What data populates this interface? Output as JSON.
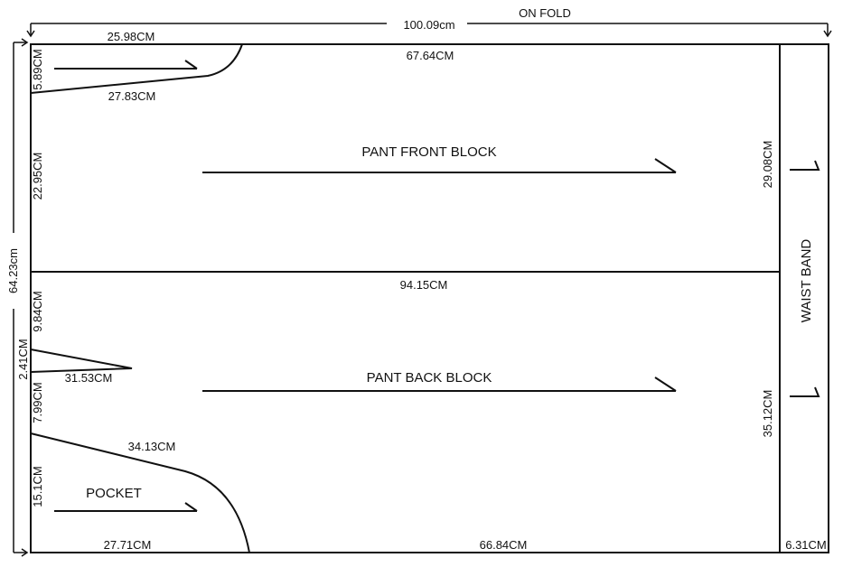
{
  "colors": {
    "line": "#111111",
    "background": "#ffffff"
  },
  "top": {
    "width": "100.09cm",
    "on_fold": "ON FOLD"
  },
  "left": {
    "height": "64.23cm"
  },
  "front": {
    "title": "PANT FRONT BLOCK",
    "top_left": "25.98CM",
    "top": "67.64CM",
    "left_top": "5.89CM",
    "dart": "27.83CM",
    "left_mid": "22.95CM",
    "right": "29.08CM"
  },
  "middle": {
    "width": "94.15CM"
  },
  "back": {
    "title": "PANT BACK BLOCK",
    "left_a": "9.84CM",
    "left_b": "2.41CM",
    "dart": "31.53CM",
    "left_c": "7.99CM",
    "curve": "34.13CM",
    "left_d": "15.1CM",
    "pocket": "POCKET",
    "bottom_left": "27.71CM",
    "bottom": "66.84CM",
    "right": "35.12CM"
  },
  "waistband": {
    "title": "WAIST BAND",
    "width": "6.31CM"
  }
}
